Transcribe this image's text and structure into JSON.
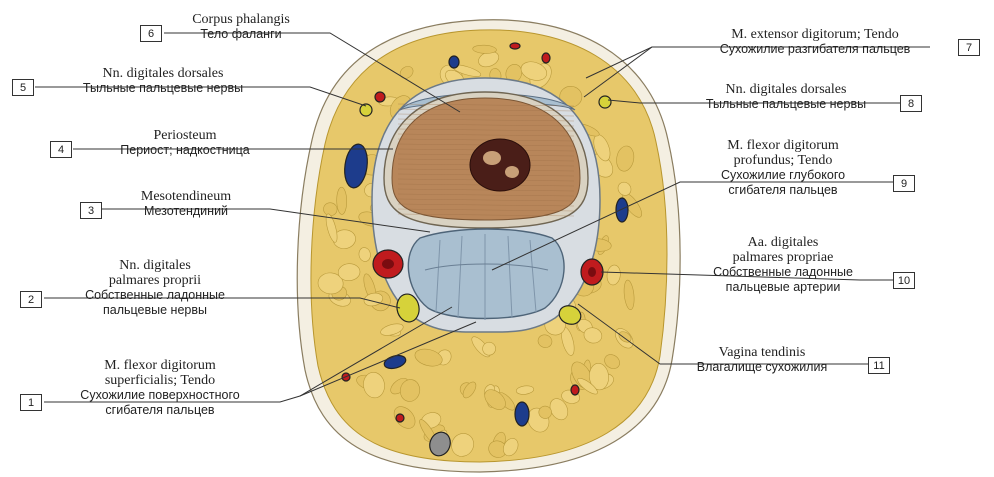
{
  "labels": [
    {
      "num": "1",
      "latin": [
        "M. flexor digitorum",
        "superficialis; Tendo"
      ],
      "russian": [
        "Сухожилие поверхностного",
        "сгибателя пальцев"
      ]
    },
    {
      "num": "2",
      "latin": [
        "Nn. digitales",
        "palmares proprii"
      ],
      "russian": [
        "Собственные ладонные",
        "пальцевые нервы"
      ]
    },
    {
      "num": "3",
      "latin": [
        "Mesotendineum"
      ],
      "russian": [
        "Мезотендиний"
      ]
    },
    {
      "num": "4",
      "latin": [
        "Periosteum"
      ],
      "russian": [
        "Периост; надкостница"
      ]
    },
    {
      "num": "5",
      "latin": [
        "Nn. digitales dorsales"
      ],
      "russian": [
        "Тыльные пальцевые нервы"
      ]
    },
    {
      "num": "6",
      "latin": [
        "Corpus phalangis"
      ],
      "russian": [
        "Тело фаланги"
      ]
    },
    {
      "num": "7",
      "latin": [
        "M. extensor digitorum; Tendo"
      ],
      "russian": [
        "Сухожилие разгибателя пальцев"
      ]
    },
    {
      "num": "8",
      "latin": [
        "Nn. digitales dorsales"
      ],
      "russian": [
        "Тыльные пальцевые нервы"
      ]
    },
    {
      "num": "9",
      "latin": [
        "M. flexor digitorum",
        "profundus; Tendo"
      ],
      "russian": [
        "Сухожилие глубокого",
        "сгибателя пальцев"
      ]
    },
    {
      "num": "10",
      "latin": [
        "Aa. digitales",
        "palmares propriae"
      ],
      "russian": [
        "Собственные ладонные",
        "пальцевые артерии"
      ]
    },
    {
      "num": "11",
      "latin": [
        "Vagina tendinis"
      ],
      "russian": [
        "Влагалище сухожилия"
      ]
    }
  ],
  "colors": {
    "skin": "#f4efe2",
    "fat": "#e7c86a",
    "fat_dark": "#b8962e",
    "bone": "#b8865a",
    "marrow": "#4a1e18",
    "tendon": "#a9bfd0",
    "sheath": "#d8dde2",
    "artery": "#c01b1e",
    "vein": "#1d3c8c",
    "nerve": "#d6d23a",
    "line": "#333333"
  }
}
